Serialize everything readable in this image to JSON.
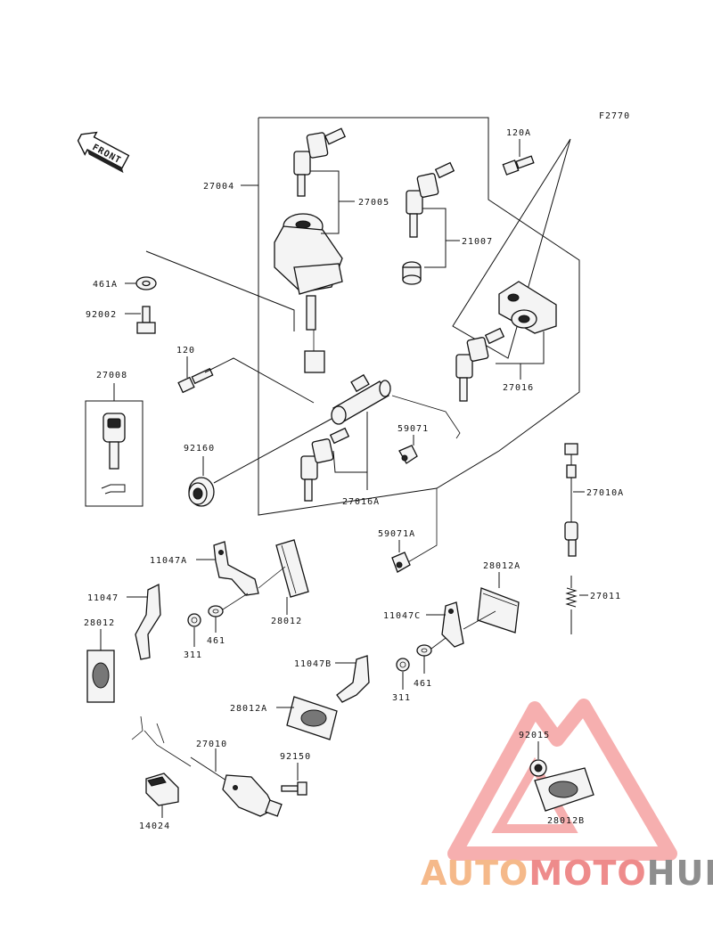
{
  "figure_code": "F2770",
  "front_arrow_label": "FRONT",
  "parts": {
    "p27004": "27004",
    "p27005": "27005",
    "p21007": "21007",
    "p120A": "120A",
    "p461A": "461A",
    "p92002": "92002",
    "p120": "120",
    "p27008": "27008",
    "p27016": "27016",
    "p92160": "92160",
    "p59071": "59071",
    "p27016A": "27016A",
    "p27010A": "27010A",
    "p59071A": "59071A",
    "p11047A": "11047A",
    "p11047": "11047",
    "p28012": "28012",
    "p28012_left": "28012",
    "p311_left": "311",
    "p461_left": "461",
    "p28012A_right": "28012A",
    "p11047C": "11047C",
    "p27011": "27011",
    "p11047B": "11047B",
    "p311_right": "311",
    "p461_right": "461",
    "p28012A": "28012A",
    "p27010": "27010",
    "p92150": "92150",
    "p14024": "14024",
    "p92015": "92015",
    "p28012B": "28012B"
  },
  "watermark": {
    "part1": "AUTO",
    "part2": "MOTO",
    "part3": "HUB",
    "colors": {
      "orange": "#f5b98a",
      "red": "#ee8b8b",
      "gray": "#8e8e8e"
    }
  }
}
